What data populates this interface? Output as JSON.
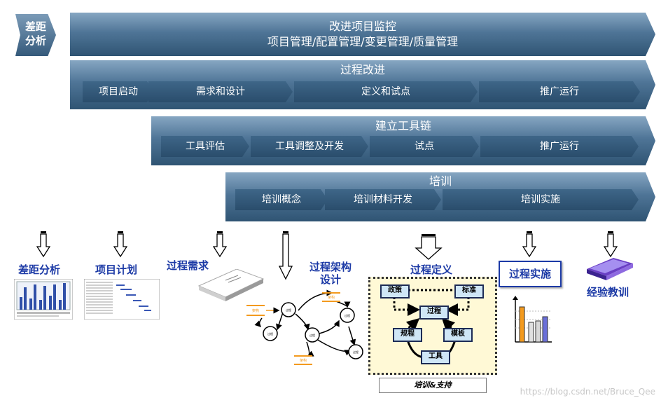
{
  "gap_tab": {
    "line1": "差距",
    "line2": "分析"
  },
  "band1": {
    "title_line1": "改进项目监控",
    "title_line2": "项目管理/配置管理/变更管理/质量管理"
  },
  "band2": {
    "title": "过程改进",
    "segments": [
      "项目启动",
      "需求和设计",
      "定义和试点",
      "推广运行"
    ]
  },
  "band3": {
    "title": "建立工具链",
    "segments": [
      "工具评估",
      "工具调整及开发",
      "试点",
      "推广运行"
    ]
  },
  "band4": {
    "title": "培训",
    "segments": [
      "培训概念",
      "培训材料开发",
      "培训实施"
    ]
  },
  "deliverables": {
    "gap_analysis": "差距分析",
    "project_plan": "项目计划",
    "process_requirements": "过程需求",
    "process_architecture_line1": "过程架构",
    "process_architecture_line2": "设计",
    "process_definition": "过程定义",
    "process_implementation": "过程实施",
    "lessons_learned": "经验教训"
  },
  "process_definition_box": {
    "policy": "政策",
    "standard": "标准",
    "process": "过程",
    "procedure": "规程",
    "template": "模板",
    "tool": "工具"
  },
  "support_label": "培训&支持",
  "architecture_diagram": {
    "tag": "架构",
    "node": "过程"
  },
  "watermark": "https://blog.csdn.net/Bruce_Qee",
  "colors": {
    "label_blue": "#1c3aa6",
    "band_dark": "#2a4d6c",
    "band_light": "#86a6c2",
    "orange": "#f39a1e"
  }
}
